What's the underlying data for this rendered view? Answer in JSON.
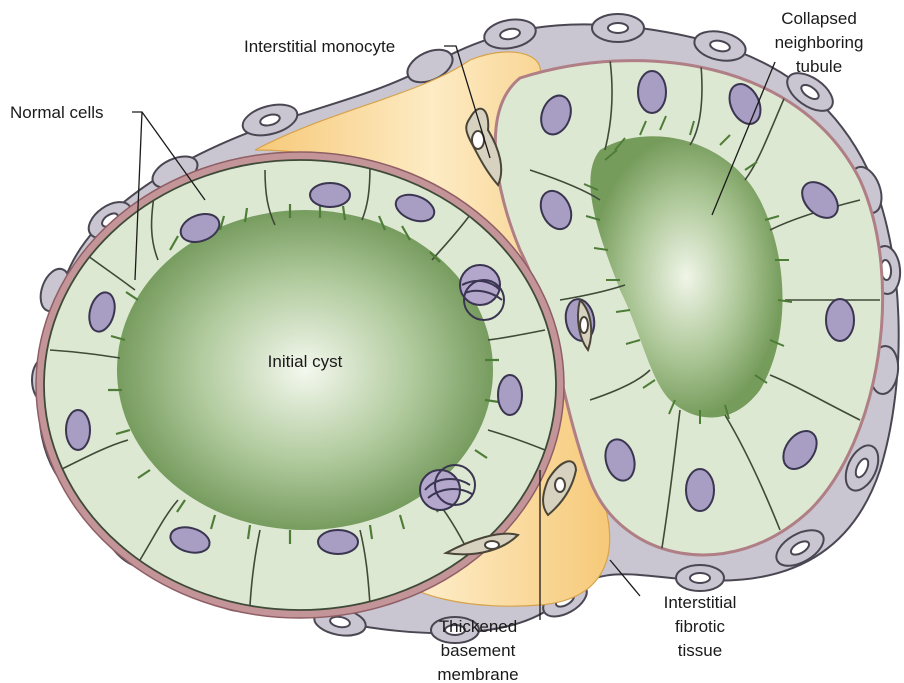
{
  "labels": {
    "normal_cells": "Normal cells",
    "interstitial_monocyte": "Interstitial monocyte",
    "collapsed_tubule": [
      "Collapsed",
      "neighboring",
      "tubule"
    ],
    "initial_cyst": "Initial cyst",
    "thickened_membrane": [
      "Thickened",
      "basement",
      "membrane"
    ],
    "fibrotic_tissue": [
      "Interstitial",
      "fibrotic",
      "tissue"
    ]
  },
  "colors": {
    "lumen_center": "#eef4e4",
    "lumen_edge": "#7fa566",
    "cell_fill": "#dde8d2",
    "cell_stroke": "#3f4a38",
    "microvilli": "#4e7d38",
    "nucleus": "#a89dc2",
    "basement_membrane": "#c39599",
    "interstitium": "#f7d087",
    "interstitium_light": "#fcebc3",
    "outer_cells": "#c9c6d1",
    "outer_cell_stroke": "#4a4753"
  }
}
